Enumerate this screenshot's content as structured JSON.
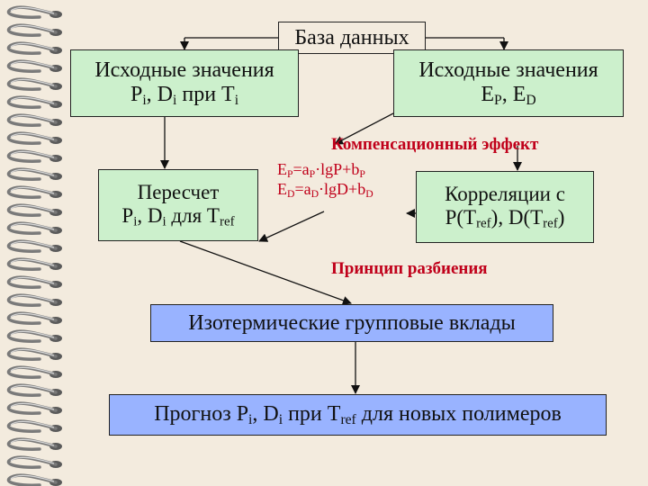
{
  "database": {
    "label": "База данных"
  },
  "initial_pd": {
    "line1": "Исходные значения",
    "line2_a": "P",
    "sub_i1": "i",
    "line2_b": ", D",
    "sub_i2": "i",
    "line2_c": " при T",
    "sub_i3": "i"
  },
  "initial_e": {
    "line1": "Исходные значения",
    "line2_a": "E",
    "sub_p": "P",
    "line2_b": ", E",
    "sub_d": "D"
  },
  "recalc": {
    "line1": "Пересчет",
    "line2_a": "P",
    "sub_i1": "i",
    "line2_b": ", D",
    "sub_i2": "i",
    "line2_c": " для T",
    "sub_ref": "ref"
  },
  "correlation": {
    "line1": "Корреляции с",
    "line2_a": "P(T",
    "sub_ref1": "ref",
    "line2_b": "), D(T",
    "sub_ref2": "ref",
    "line2_c": ")"
  },
  "compensation": {
    "label": "Компенсационный эффект"
  },
  "equations": {
    "eq1": {
      "a": "E",
      "s1": "P",
      "b": "=a",
      "s2": "P",
      "c": "·lgP+b",
      "s3": "P"
    },
    "eq2": {
      "a": "E",
      "s1": "D",
      "b": "=a",
      "s2": "D",
      "c": "·lgD+b",
      "s3": "D"
    }
  },
  "partition": {
    "label": "Принцип разбиения"
  },
  "isothermal": {
    "label": "Изотермические групповые вклады"
  },
  "forecast": {
    "a": "Прогноз P",
    "s1": "i",
    "b": ", D",
    "s2": "i",
    "c": " при T",
    "s3": "ref",
    "d": " для новых полимеров"
  },
  "colors": {
    "green_box": "#ccf0cc",
    "blue_box": "#99b3ff",
    "label_red": "#c0001a",
    "background": "#f3ebde"
  }
}
